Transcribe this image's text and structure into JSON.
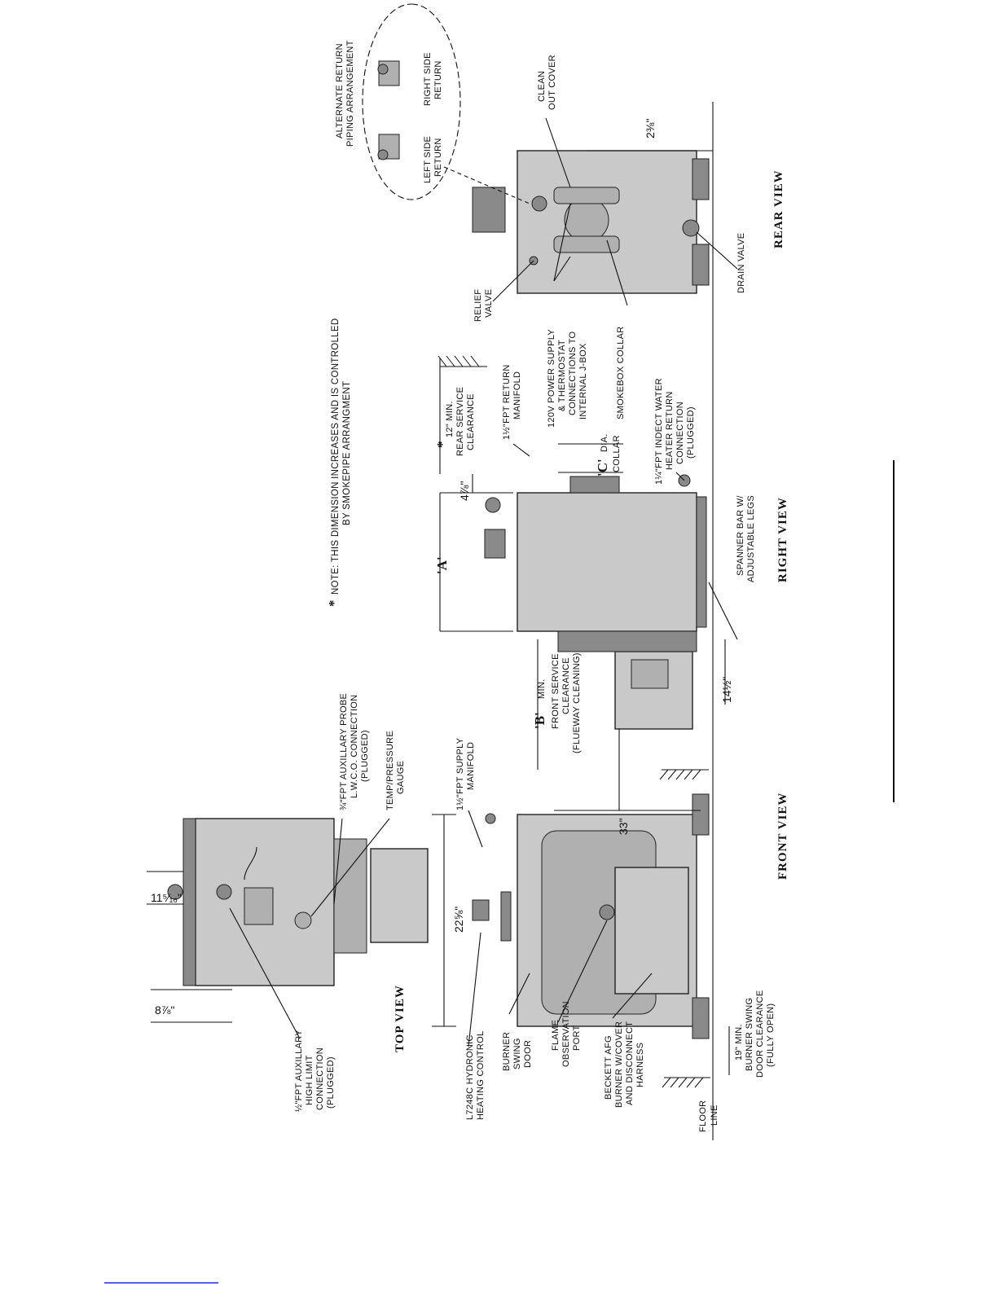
{
  "views": {
    "top": "TOP VIEW",
    "front": "FRONT VIEW",
    "right": "RIGHT VIEW",
    "rear": "REAR VIEW"
  },
  "note": {
    "star": "*",
    "line1": "NOTE: THIS DIMENSION INCREASES AND IS CONTROLLED",
    "line2": "BY SMOKEPIPE ARRANGMENT"
  },
  "dims": {
    "d8_7_8": "8⅞\"",
    "d11_5_16": "11⁵⁄₁₆\"",
    "d22_5_8": "22⅝\"",
    "d33": "33\"",
    "d14_1_2": "14½\"",
    "d4_7_8": "4⅞\"",
    "d2_3_8": "2⅜\"",
    "dimA": "'A'",
    "dimB": "'B'",
    "dimB_min": "MIN.",
    "dimC": "'C'",
    "dimC_txt": "DIA.",
    "dimC_txt2": "COLLAR",
    "d12_star": "*",
    "d12": "12\" MIN.",
    "d12_l2": "REAR SERVICE",
    "d12_l3": "CLEARANCE",
    "front_clear_l1": "FRONT SERVICE",
    "front_clear_l2": "CLEARANCE",
    "front_clear_l3": "(FLUEWAY CLEANING)",
    "swing_l1": "19\" MIN.",
    "swing_l2": "BURNER SWING",
    "swing_l3": "DOOR CLEARANCE",
    "swing_l4": "(FULLY OPEN)"
  },
  "labels": {
    "aux_hl_1": "½\"FPT AUXILLARY",
    "aux_hl_2": "HIGH LIMIT",
    "aux_hl_3": "CONNECTION",
    "aux_hl_4": "(PLUGGED)",
    "aux_probe_1": "¾\"FPT AUXILLARY PROBE",
    "aux_probe_2": "L.W.C.O. CONNECTION",
    "aux_probe_3": "(PLUGGED)",
    "gauge_1": "TEMP/PRESSURE",
    "gauge_2": "GAUGE",
    "supply_1": "1½\"FPT SUPPLY",
    "supply_2": "MANIFOLD",
    "l7248_1": "L7248C HYDRONIC",
    "l7248_2": "HEATING CONTROL",
    "swing_door_1": "BURNER",
    "swing_door_2": "SWING",
    "swing_door_3": "DOOR",
    "flame_1": "FLAME",
    "flame_2": "OBSERVATION",
    "flame_3": "PORT",
    "beckett_1": "BECKETT AFG",
    "beckett_2": "BURNER W/COVER",
    "beckett_3": "AND DISCONNECT",
    "beckett_4": "HARNESS",
    "floor_1": "FLOOR",
    "floor_2": "LINE",
    "return_1": "1½\"FPT RETURN",
    "return_2": "MANIFOLD",
    "power_1": "120V POWER SUPPLY",
    "power_2": "& THERMOSTAT",
    "power_3": "CONNECTIONS TO",
    "power_4": "INTERNAL J-BOX",
    "smokebox": "SMOKEBOX COLLAR",
    "indect_1": "1¼\"FPT INDECT WATER",
    "indect_2": "HEATER RETURN",
    "indect_3": "CONNECTION",
    "indect_4": "(PLUGGED)",
    "spanner_1": "SPANNER BAR W/",
    "spanner_2": "ADJUSTABLE LEGS",
    "relief_1": "RELIEF",
    "relief_2": "VALVE",
    "drain": "DRAIN VALVE",
    "clean_1": "CLEAN",
    "clean_2": "OUT COVER",
    "alt_1": "ALTERNATE RETURN",
    "alt_2": "PIPING ARRANGEMENT",
    "left_ret_1": "LEFT SIDE",
    "left_ret_2": "RETURN",
    "right_ret_1": "RIGHT SIDE",
    "right_ret_2": "RETURN"
  }
}
